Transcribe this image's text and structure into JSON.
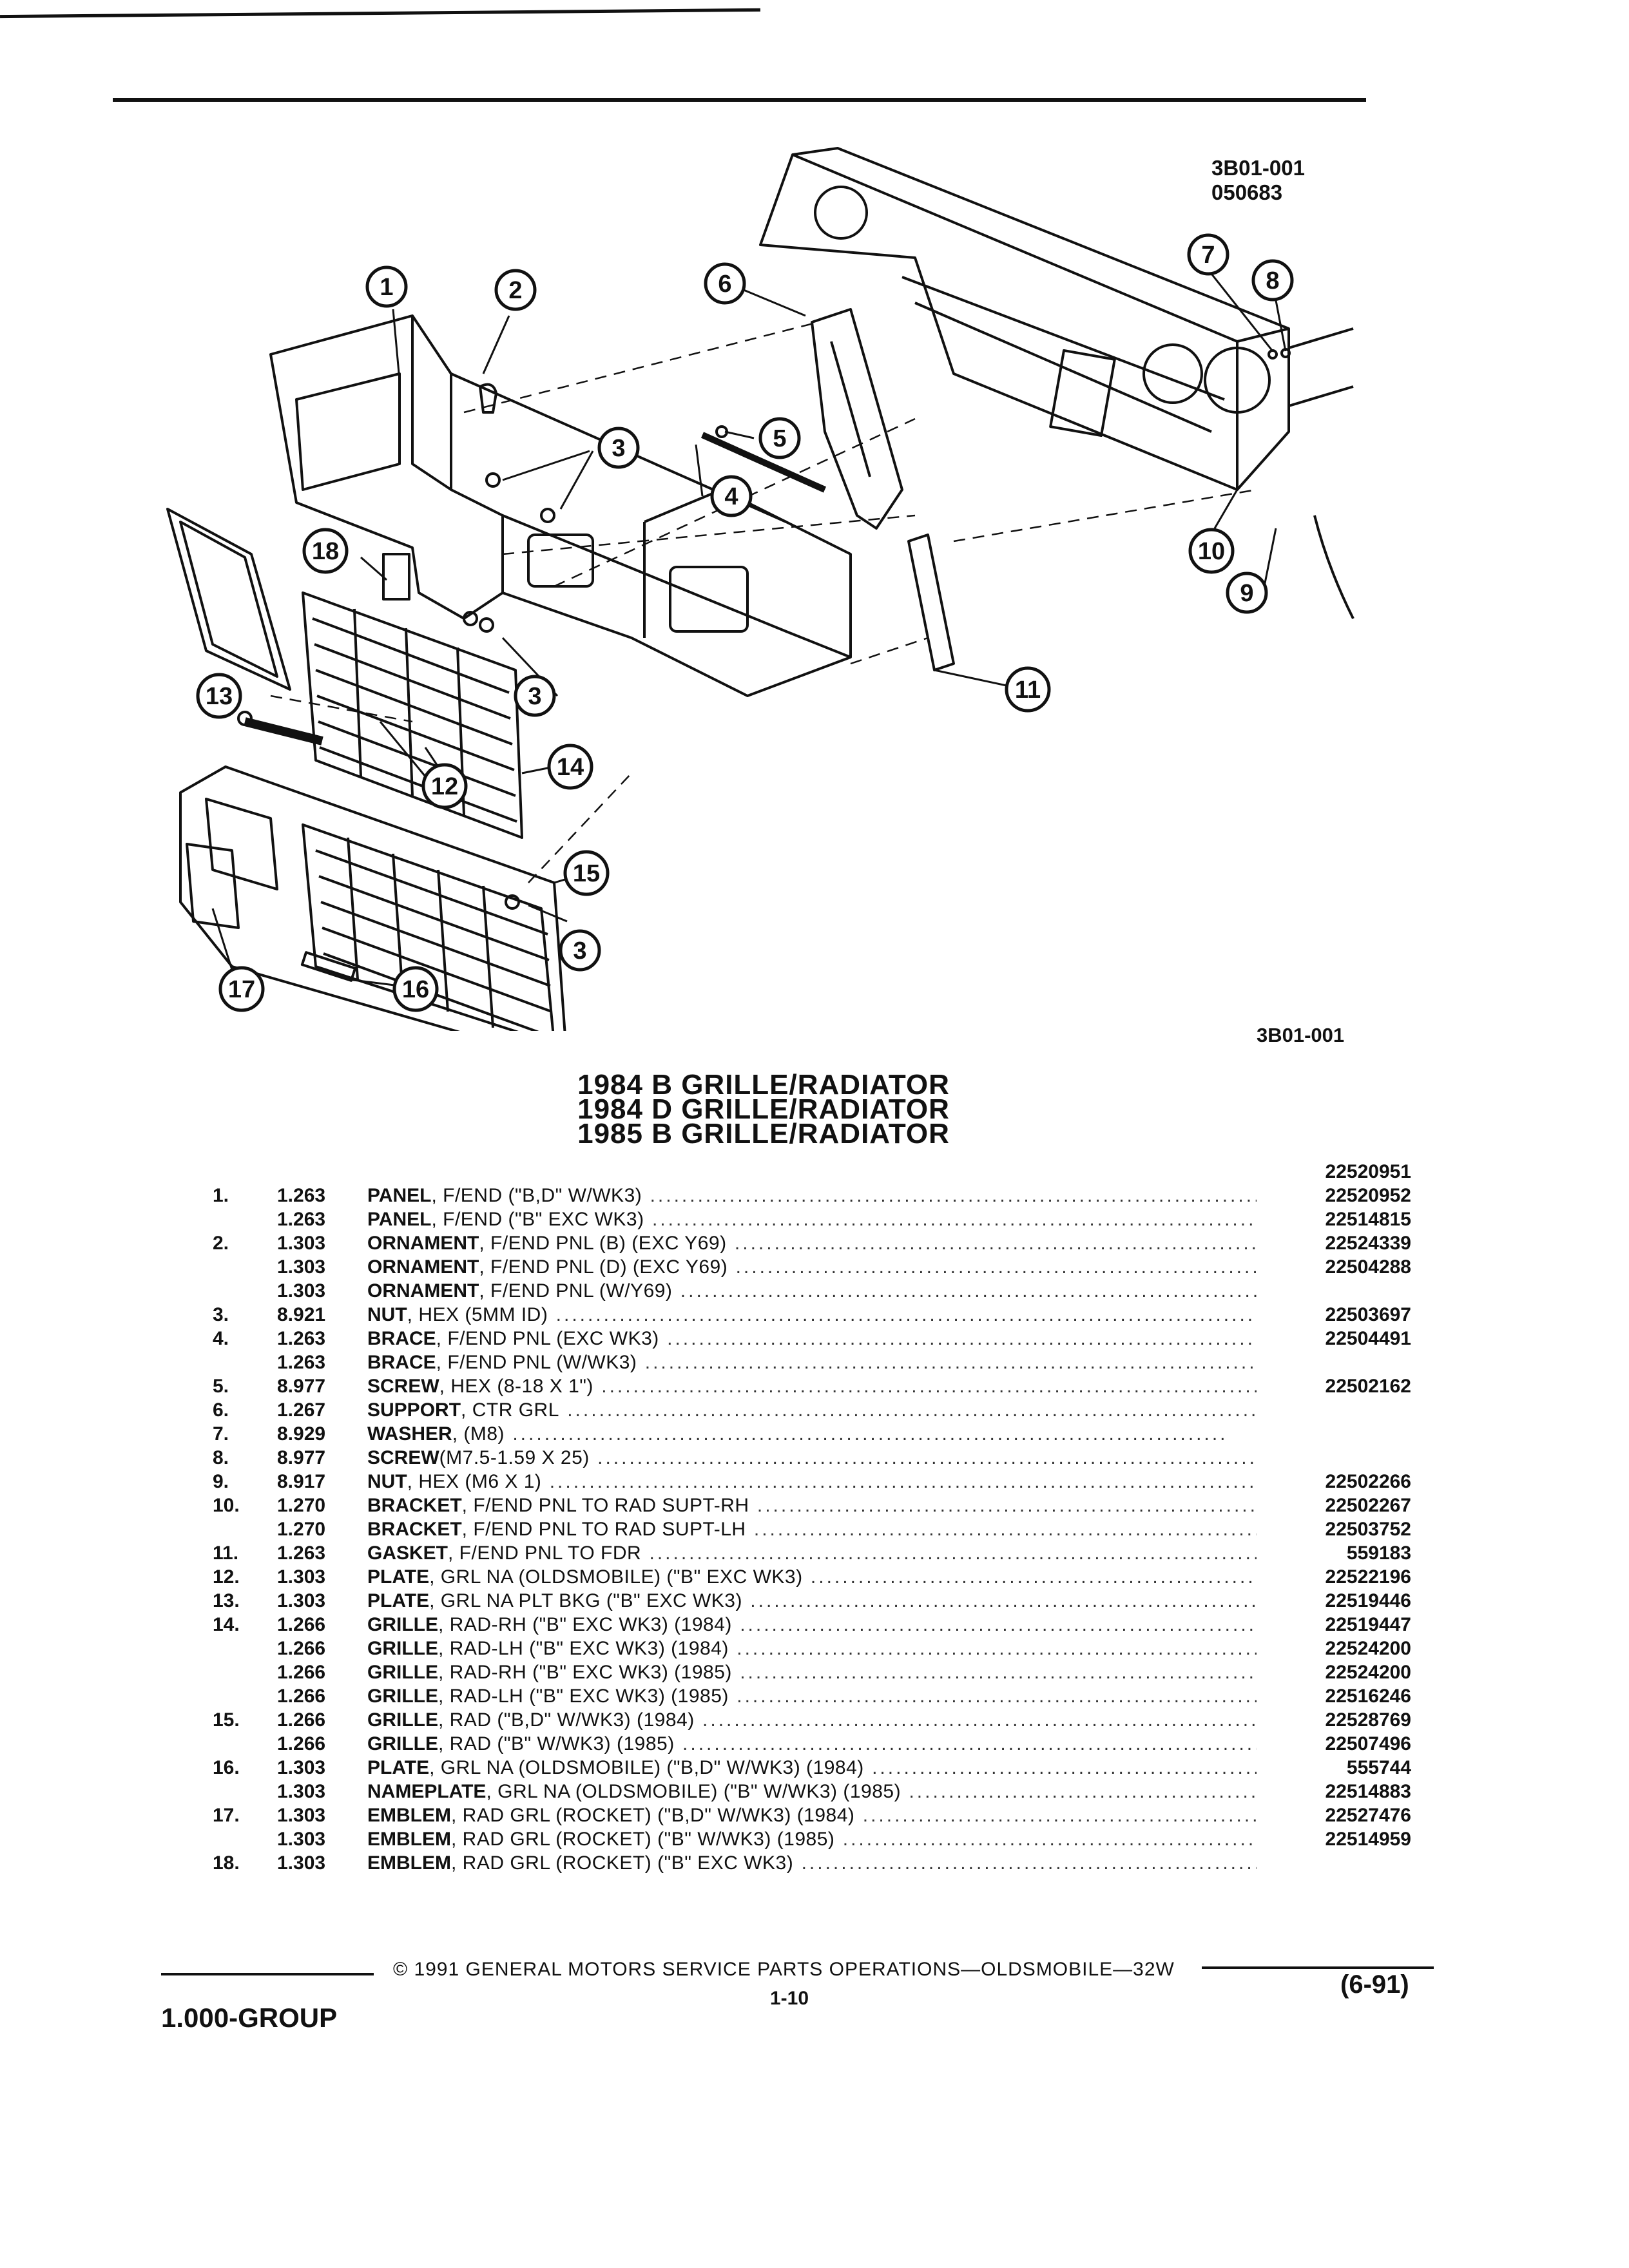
{
  "header": {
    "ref_code": "3B01-001",
    "ref_date": "050683",
    "bottom_code": "3B01-001"
  },
  "diagram": {
    "callouts": [
      "1",
      "2",
      "3",
      "4",
      "5",
      "6",
      "7",
      "8",
      "9",
      "10",
      "11",
      "12",
      "13",
      "14",
      "15",
      "16",
      "17",
      "18"
    ]
  },
  "titles": [
    "1984 B GRILLE/RADIATOR",
    "1984 D GRILLE/RADIATOR",
    "1985 B GRILLE/RADIATOR"
  ],
  "parts": [
    {
      "num": "",
      "group": "",
      "name": "",
      "desc": "",
      "pn": "22520951"
    },
    {
      "num": "1.",
      "group": "1.263",
      "name": "PANEL",
      "desc": ", F/END (\"B,D\" W/WK3)",
      "pn": "22520952"
    },
    {
      "num": "",
      "group": "1.263",
      "name": "PANEL",
      "desc": ", F/END (\"B\" EXC WK3)",
      "pn": "22514815"
    },
    {
      "num": "2.",
      "group": "1.303",
      "name": "ORNAMENT",
      "desc": ", F/END PNL (B) (EXC Y69)",
      "pn": "22524339"
    },
    {
      "num": "",
      "group": "1.303",
      "name": "ORNAMENT",
      "desc": ", F/END PNL (D) (EXC Y69)",
      "pn": "22504288"
    },
    {
      "num": "",
      "group": "1.303",
      "name": "ORNAMENT",
      "desc": ", F/END PNL (W/Y69)",
      "pn": ""
    },
    {
      "num": "3.",
      "group": "8.921",
      "name": "NUT",
      "desc": ", HEX (5MM ID)",
      "pn": "22503697"
    },
    {
      "num": "4.",
      "group": "1.263",
      "name": "BRACE",
      "desc": ", F/END PNL (EXC WK3)",
      "pn": "22504491"
    },
    {
      "num": "",
      "group": "1.263",
      "name": "BRACE",
      "desc": ", F/END PNL (W/WK3)",
      "pn": ""
    },
    {
      "num": "5.",
      "group": "8.977",
      "name": "SCREW",
      "desc": ", HEX (8-18 X 1\")",
      "pn": "22502162"
    },
    {
      "num": "6.",
      "group": "1.267",
      "name": "SUPPORT",
      "desc": ", CTR GRL",
      "pn": ""
    },
    {
      "num": "7.",
      "group": "8.929",
      "name": "WASHER",
      "desc": ", (M8)",
      "pn": ""
    },
    {
      "num": "8.",
      "group": "8.977",
      "name": "SCREW",
      "desc": "(M7.5-1.59 X 25)",
      "pn": ""
    },
    {
      "num": "9.",
      "group": "8.917",
      "name": "NUT",
      "desc": ", HEX (M6 X 1)",
      "pn": "22502266"
    },
    {
      "num": "10.",
      "group": "1.270",
      "name": "BRACKET",
      "desc": ", F/END PNL TO RAD SUPT-RH",
      "pn": "22502267"
    },
    {
      "num": "",
      "group": "1.270",
      "name": "BRACKET",
      "desc": ", F/END PNL TO RAD SUPT-LH",
      "pn": "22503752"
    },
    {
      "num": "11.",
      "group": "1.263",
      "name": "GASKET",
      "desc": ", F/END PNL TO FDR",
      "pn": "559183"
    },
    {
      "num": "12.",
      "group": "1.303",
      "name": "PLATE",
      "desc": ", GRL NA (OLDSMOBILE) (\"B\" EXC WK3)",
      "pn": "22522196"
    },
    {
      "num": "13.",
      "group": "1.303",
      "name": "PLATE",
      "desc": ", GRL NA PLT BKG (\"B\" EXC WK3)",
      "pn": "22519446"
    },
    {
      "num": "14.",
      "group": "1.266",
      "name": "GRILLE",
      "desc": ", RAD-RH (\"B\" EXC WK3) (1984)",
      "pn": "22519447"
    },
    {
      "num": "",
      "group": "1.266",
      "name": "GRILLE",
      "desc": ", RAD-LH (\"B\" EXC WK3) (1984)",
      "pn": "22524200"
    },
    {
      "num": "",
      "group": "1.266",
      "name": "GRILLE",
      "desc": ", RAD-RH (\"B\" EXC WK3) (1985)",
      "pn": "22524200"
    },
    {
      "num": "",
      "group": "1.266",
      "name": "GRILLE",
      "desc": ", RAD-LH (\"B\" EXC WK3) (1985)",
      "pn": "22516246"
    },
    {
      "num": "15.",
      "group": "1.266",
      "name": "GRILLE",
      "desc": ", RAD (\"B,D\" W/WK3) (1984)",
      "pn": "22528769"
    },
    {
      "num": "",
      "group": "1.266",
      "name": "GRILLE",
      "desc": ", RAD (\"B\" W/WK3) (1985)",
      "pn": "22507496"
    },
    {
      "num": "16.",
      "group": "1.303",
      "name": "PLATE",
      "desc": ", GRL NA (OLDSMOBILE) (\"B,D\" W/WK3) (1984)",
      "pn": "555744"
    },
    {
      "num": "",
      "group": "1.303",
      "name": "NAMEPLATE",
      "desc": ", GRL NA (OLDSMOBILE) (\"B\" W/WK3) (1985)",
      "pn": "22514883"
    },
    {
      "num": "17.",
      "group": "1.303",
      "name": "EMBLEM",
      "desc": ", RAD GRL (ROCKET) (\"B,D\" W/WK3) (1984)",
      "pn": "22527476"
    },
    {
      "num": "",
      "group": "1.303",
      "name": "EMBLEM",
      "desc": ", RAD GRL (ROCKET) (\"B\" W/WK3) (1985)",
      "pn": "22514959"
    },
    {
      "num": "18.",
      "group": "1.303",
      "name": "EMBLEM",
      "desc": ", RAD GRL (ROCKET) (\"B\" EXC WK3)",
      "pn": ""
    }
  ],
  "footer": {
    "copyright": "© 1991 GENERAL MOTORS SERVICE PARTS OPERATIONS—OLDSMOBILE—32W",
    "page": "1-10",
    "group": "1.000-GROUP",
    "date_code": "(6-91)"
  }
}
